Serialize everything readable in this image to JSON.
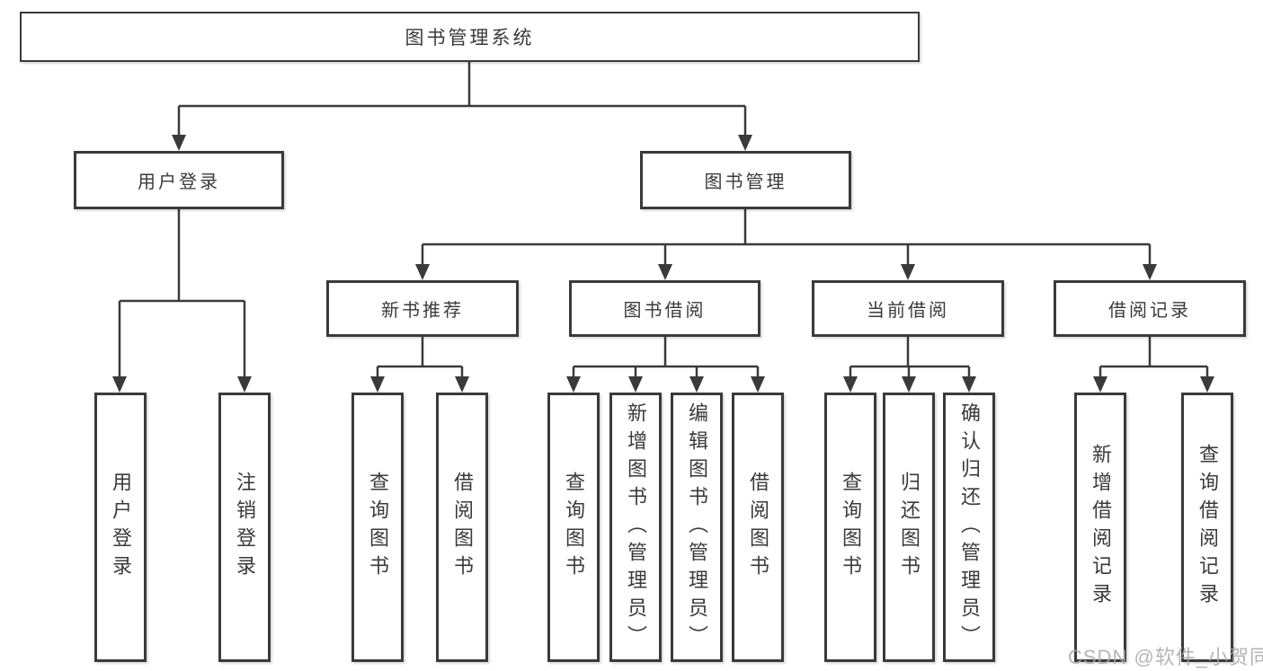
{
  "page": {
    "background": "#ffffff"
  },
  "colors": {
    "line": "#3a3a3a",
    "box_border": "#3a3a3a",
    "box_fill": "#ffffff",
    "text": "#3a3a3a",
    "watermark": "#a9a9a9"
  },
  "tree": {
    "root": "图书管理系统",
    "branches": [
      {
        "label": "用户登录",
        "children": [
          "用户登录",
          "注销登录"
        ]
      },
      {
        "label": "图书管理",
        "sections": [
          {
            "label": "新书推荐",
            "children": [
              "查询图书",
              "借阅图书"
            ]
          },
          {
            "label": "图书借阅",
            "children": [
              "查询图书",
              "新增图书（管理员）",
              "编辑图书（管理员）",
              "借阅图书"
            ]
          },
          {
            "label": "当前借阅",
            "children": [
              "查询图书",
              "归还图书",
              "确认归还（管理员）"
            ]
          },
          {
            "label": "借阅记录",
            "children": [
              "新增借阅记录",
              "查询借阅记录"
            ]
          }
        ]
      }
    ]
  },
  "watermark": {
    "text": "CSDN @软件_小贺同学"
  }
}
